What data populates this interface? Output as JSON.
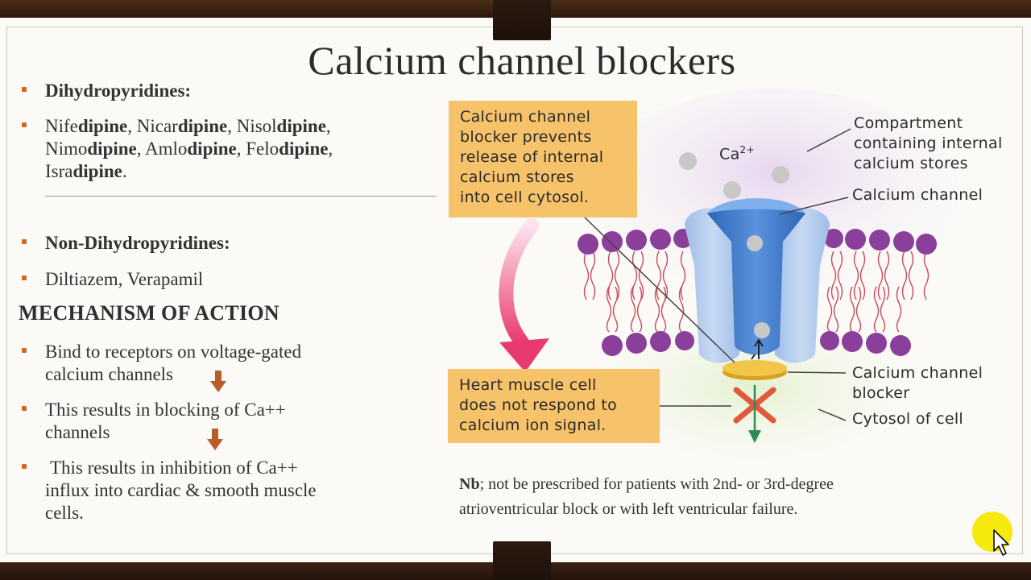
{
  "slide": {
    "title": "Calcium channel blockers",
    "dhp": {
      "heading": "Dihydropyridines:",
      "line1": [
        {
          "t": "Nife",
          "b": false
        },
        {
          "t": "dipine",
          "b": true
        },
        {
          "t": ", Nicar",
          "b": false
        },
        {
          "t": "dipine",
          "b": true
        },
        {
          "t": ", Nisol",
          "b": false
        },
        {
          "t": "dipine",
          "b": true
        },
        {
          "t": ",",
          "b": false
        }
      ],
      "line2": [
        {
          "t": "Nimo",
          "b": false
        },
        {
          "t": "dipine",
          "b": true
        },
        {
          "t": ", Amlo",
          "b": false
        },
        {
          "t": "dipine",
          "b": true
        },
        {
          "t": ", Felo",
          "b": false
        },
        {
          "t": "dipine",
          "b": true
        },
        {
          "t": ",",
          "b": false
        }
      ],
      "line3": [
        {
          "t": "Isra",
          "b": false
        },
        {
          "t": "dipine",
          "b": true
        },
        {
          "t": ".",
          "b": false
        }
      ]
    },
    "non_dhp": {
      "heading": "Non-Dihydropyridines:",
      "drugs": "Diltiazem, Verapamil"
    },
    "mechanism": {
      "heading": "MECHANISM OF ACTION",
      "step1_l1": "Bind to receptors on voltage-gated",
      "step1_l2": "calcium channels",
      "step2_l1": "This results in blocking of Ca++",
      "step2_l2": "channels",
      "step3_l1": "This results in inhibition of Ca++",
      "step3_l2": "influx into cardiac & smooth muscle",
      "step3_l3": "cells."
    },
    "note": {
      "prefix": "Nb",
      "line1": "; not be prescribed for patients with 2nd- or 3rd-degree",
      "line2": "atrioventricular block or with left ventricular failure."
    }
  },
  "diagram": {
    "callout_top": [
      "Calcium channel",
      "blocker prevents",
      "release of internal",
      "calcium stores",
      "into cell cytosol."
    ],
    "callout_bottom": [
      "Heart muscle cell",
      "does not respond to",
      "calcium ion signal."
    ],
    "ion_label": "Ca",
    "ion_charge": "2+",
    "label_compartment": [
      "Compartment",
      "containing internal",
      "calcium stores"
    ],
    "label_channel": "Calcium channel",
    "label_blocker": [
      "Calcium channel",
      "blocker"
    ],
    "label_cytosol": "Cytosol of cell"
  },
  "colors": {
    "callout": "#f6c26a",
    "bullet": "#d2691e",
    "arrow_down": "#b85c2a",
    "channel_blue": "#3f78c8",
    "lipid_head": "#8a3f9a",
    "cross": "#e2583a",
    "green_arrow": "#2e8b57",
    "cursor_highlight": "#f5e800"
  }
}
